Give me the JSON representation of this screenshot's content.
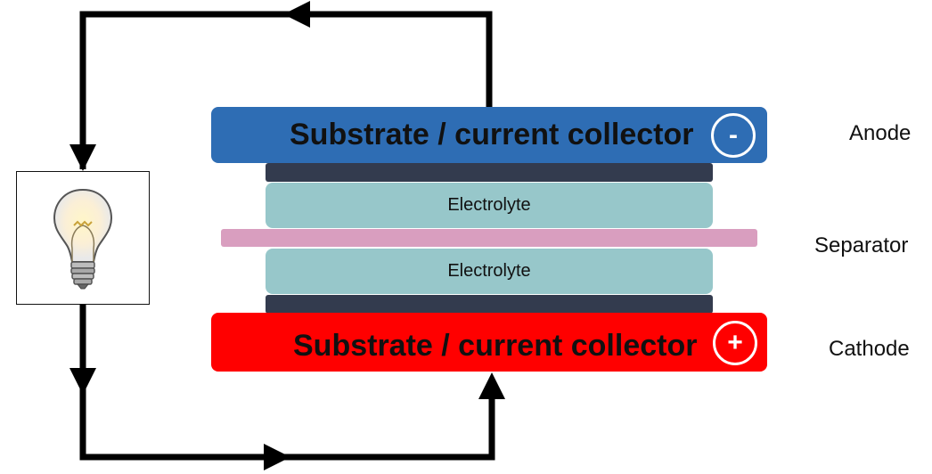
{
  "anode_collector": {
    "label": "Substrate / current collector",
    "terminal": "-",
    "color": "#2e6db4"
  },
  "cathode_collector": {
    "label": "Substrate / current collector",
    "terminal": "+",
    "color": "#ff0000"
  },
  "electrolyte_top": {
    "label": "Electrolyte",
    "color": "#97c7ca"
  },
  "electrolyte_bottom": {
    "label": "Electrolyte",
    "color": "#97c7ca"
  },
  "separator": {
    "color": "#d99ebf"
  },
  "electrode_layer_color": "#333b4e",
  "side_labels": {
    "anode": "Anode",
    "separator": "Separator",
    "cathode": "Cathode"
  },
  "circuit": {
    "color": "#000000",
    "load_icon": "light-bulb-icon"
  }
}
